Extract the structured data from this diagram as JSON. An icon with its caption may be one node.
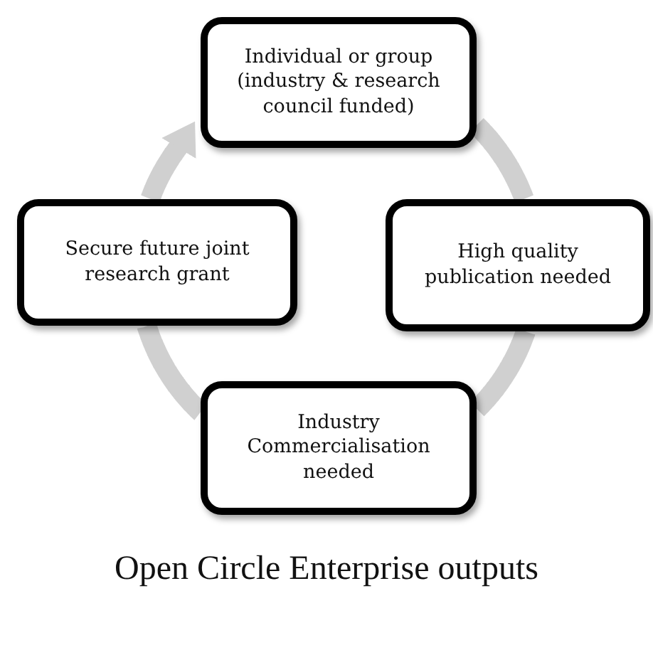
{
  "diagram": {
    "caption": "Open Circle Enterprise outputs",
    "nodes": [
      {
        "text": [
          "Individual or group (industry & research council funded)"
        ]
      },
      {
        "text": [
          "High quality publication needed"
        ]
      },
      {
        "text": [
          "Industry Commercialisation needed"
        ]
      },
      {
        "text": [
          "Secure future joint research grant"
        ]
      }
    ],
    "edges": [
      {
        "from": 0,
        "to": 1,
        "arrow": "none"
      },
      {
        "from": 1,
        "to": 2,
        "arrow": "none"
      },
      {
        "from": 2,
        "to": 3,
        "arrow": "none"
      },
      {
        "from": 3,
        "to": 0,
        "arrow": "to"
      }
    ]
  }
}
